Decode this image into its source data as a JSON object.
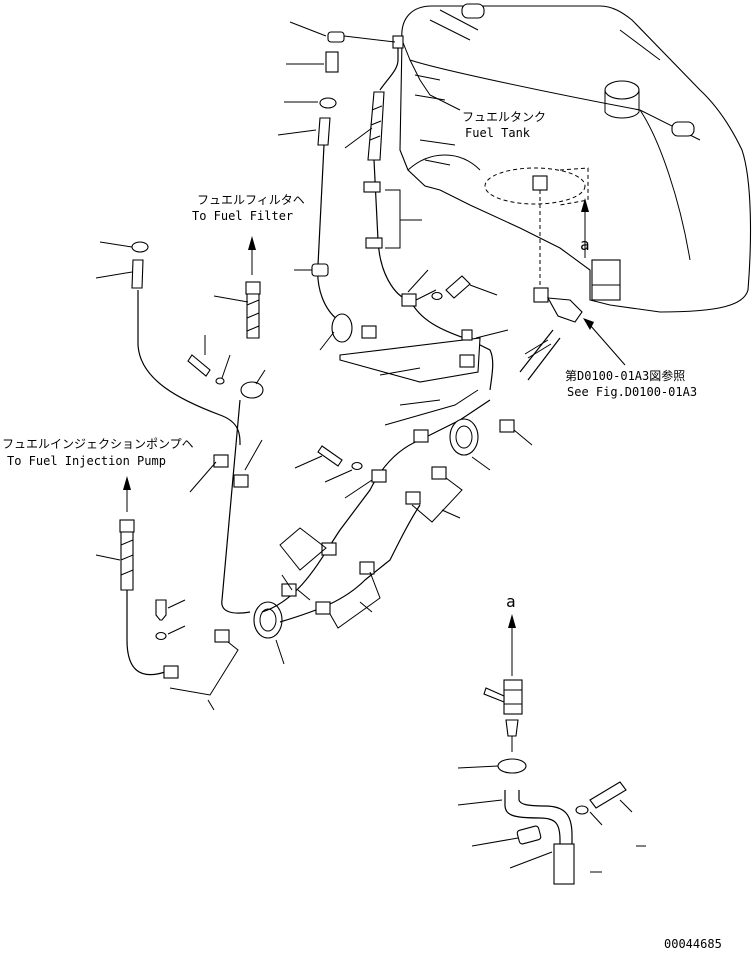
{
  "labels": {
    "fuel_tank_jp": "フュエルタンク",
    "fuel_tank_en": "Fuel Tank",
    "filter_jp": "フュエルフィルタヘ",
    "filter_en": "To Fuel Filter",
    "pump_jp": "フュエルインジェクションポンプヘ",
    "pump_en": "To Fuel Injection Pump",
    "ref_jp": "第D0100-01A3図参照",
    "ref_en": "See Fig.D0100-01A3",
    "view_a_tank": "a",
    "view_a_detail": "a",
    "drawing_number": "00044685"
  },
  "colors": {
    "line": "#000000",
    "background": "#ffffff"
  }
}
